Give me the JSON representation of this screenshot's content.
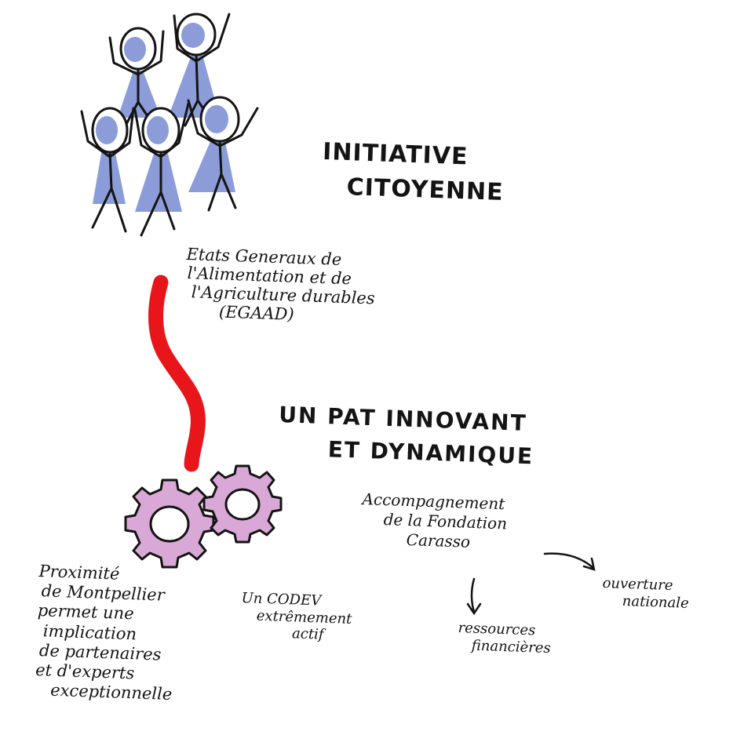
{
  "colors": {
    "figure_fill": "#8b9cd8",
    "red_path": "#e8161b",
    "gear_fill": "#d9a8d6",
    "ink": "#141414"
  },
  "icons": {
    "people": "raised-arms-people-icon",
    "gears": "gears-icon"
  },
  "title": {
    "line1": "INITIATIVE",
    "line2": "CITOYENNE"
  },
  "egaad_note": {
    "line1": "Etats Generaux de",
    "line2": "l'Alimentation et de",
    "line3": "l'Agriculture durables",
    "line4": "(EGAAD)"
  },
  "pat_heading": {
    "line1": "UN PAT INNOVANT",
    "line2": "ET DYNAMIQUE"
  },
  "proximity_note": {
    "line1": "Proximité",
    "line2": "de Montpellier",
    "line3": "permet une",
    "line4": "implication",
    "line5": "de partenaires",
    "line6": "et d'experts",
    "line7": "exceptionnelle"
  },
  "codev_note": {
    "line1": "Un CODEV",
    "line2": "extrêmement",
    "line3": "actif"
  },
  "fondation_note": {
    "line1": "Accompagnement",
    "line2": "de la Fondation",
    "line3": "Carasso"
  },
  "ressources_note": {
    "line1": "ressources",
    "line2": "financières"
  },
  "ouverture_note": {
    "line1": "ouverture",
    "line2": "nationale"
  }
}
